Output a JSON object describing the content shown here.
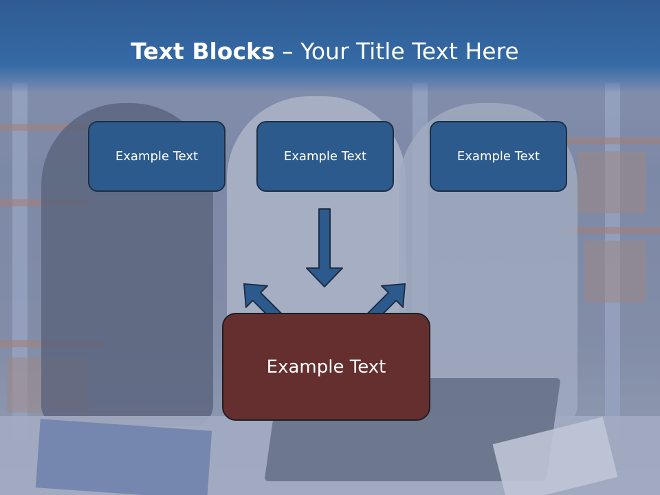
{
  "slide": {
    "title_bold": "Text Blocks",
    "title_rest": " – Your Title Text Here",
    "boxes_top": [
      {
        "label": "Example Text"
      },
      {
        "label": "Example Text"
      },
      {
        "label": "Example Text"
      }
    ],
    "box_bottom": {
      "label": "Example Text"
    }
  },
  "colors": {
    "header": "#356aa5",
    "top_box_fill": "#2c5a8c",
    "bottom_box_fill": "#652f2f",
    "arrow_fill": "#2c5a8c",
    "arrow_stroke": "#1d2f45"
  }
}
